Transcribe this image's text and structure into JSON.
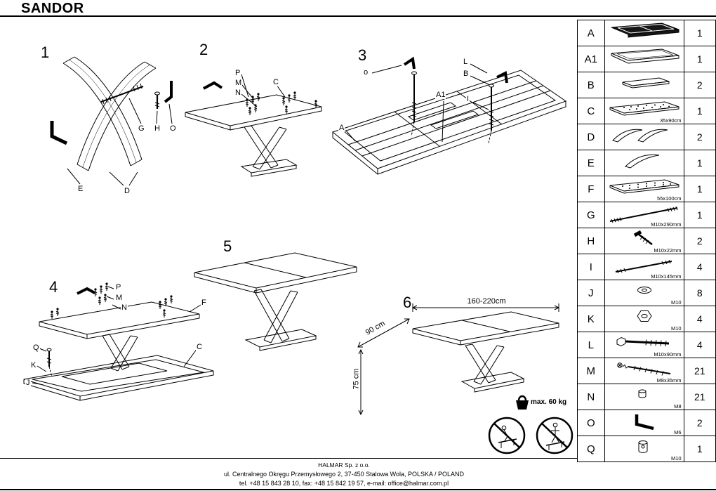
{
  "title": "SANDOR",
  "steps": [
    {
      "number": "1",
      "labels": {
        "G": "G",
        "H": "H",
        "O": "O",
        "E": "E",
        "D": "D"
      }
    },
    {
      "number": "2",
      "labels": {
        "P": "P",
        "M": "M",
        "N": "N",
        "C": "C"
      }
    },
    {
      "number": "3",
      "labels": {
        "o": "o",
        "L": "L",
        "B": "B",
        "I": "I",
        "A1": "A1",
        "A": "A"
      }
    },
    {
      "number": "4",
      "labels": {
        "P": "P",
        "M": "M",
        "N": "N",
        "F": "F",
        "C": "C",
        "Q": "Q",
        "K": "K",
        "J": "J"
      }
    },
    {
      "number": "5"
    },
    {
      "number": "6",
      "dims": {
        "length": "160-220cm",
        "depth": "90 cm",
        "height": "75 cm",
        "max_load": "max. 60 kg"
      }
    }
  ],
  "parts_table": {
    "rows": [
      {
        "letter": "A",
        "qty": "1",
        "caption": ""
      },
      {
        "letter": "A1",
        "qty": "1",
        "caption": ""
      },
      {
        "letter": "B",
        "qty": "2",
        "caption": ""
      },
      {
        "letter": "C",
        "qty": "1",
        "caption": "35x90cm"
      },
      {
        "letter": "D",
        "qty": "2",
        "caption": ""
      },
      {
        "letter": "E",
        "qty": "1",
        "caption": ""
      },
      {
        "letter": "F",
        "qty": "1",
        "caption": "55x100cm"
      },
      {
        "letter": "G",
        "qty": "1",
        "caption": "M10x290mm"
      },
      {
        "letter": "H",
        "qty": "2",
        "caption": "M10x22mm"
      },
      {
        "letter": "I",
        "qty": "4",
        "caption": "M10x145mm"
      },
      {
        "letter": "J",
        "qty": "8",
        "caption": "M10"
      },
      {
        "letter": "K",
        "qty": "4",
        "caption": "M10"
      },
      {
        "letter": "L",
        "qty": "4",
        "caption": "M10x90mm"
      },
      {
        "letter": "M",
        "qty": "21",
        "caption": "M8x35mm"
      },
      {
        "letter": "N",
        "qty": "21",
        "caption": "M8"
      },
      {
        "letter": "O",
        "qty": "2",
        "caption": "M6"
      },
      {
        "letter": "Q",
        "qty": "1",
        "caption": "M10"
      }
    ]
  },
  "footer": {
    "company": "HALMAR Sp. z o.o.",
    "address": "ul. Centralnego Okręgu Przemysłowego 2, 37-450 Stalowa Wola, POLSKA / POLAND",
    "contact": "tel. +48 15 843 28 10, fax: +48 15 842 19 57, e-mail: office@halmar.com.pl"
  }
}
